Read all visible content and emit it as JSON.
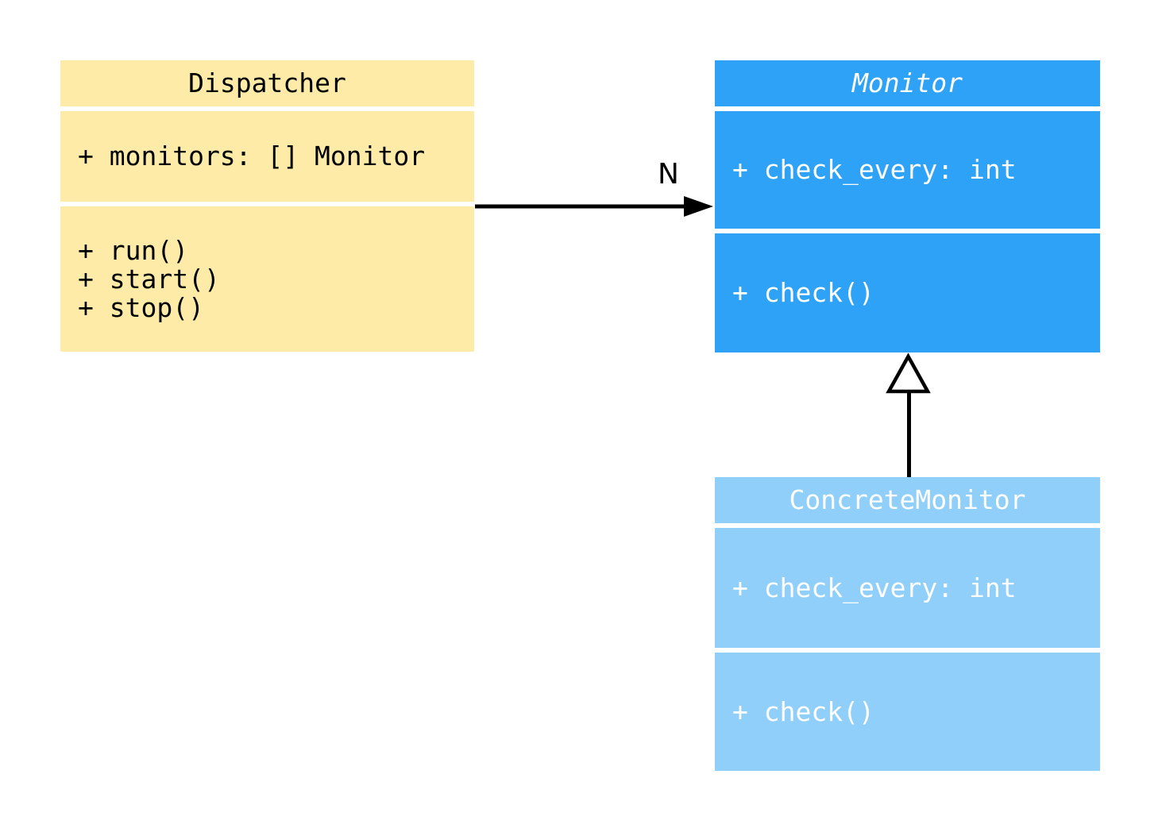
{
  "diagram": {
    "type": "uml-class-diagram",
    "background": "#ffffff",
    "classes": [
      {
        "name": "Dispatcher",
        "name_style": "normal",
        "fill": "#ffeba8",
        "text_color": "#000000",
        "attributes": [
          "+ monitors: [] Monitor"
        ],
        "methods": [
          "+ run()",
          "+ start()",
          "+ stop()"
        ]
      },
      {
        "name": "Monitor",
        "name_style": "italic",
        "fill": "#2ea2f7",
        "text_color": "#ffffff",
        "attributes": [
          "+ check_every: int"
        ],
        "methods": [
          "+ check()"
        ]
      },
      {
        "name": "ConcreteMonitor",
        "name_style": "normal",
        "fill": "#90cffa",
        "text_color": "#ffffff",
        "attributes": [
          "+ check_every: int"
        ],
        "methods": [
          "+ check()"
        ]
      }
    ],
    "relations": [
      {
        "type": "association",
        "from": "Dispatcher",
        "to": "Monitor",
        "label": "N",
        "color": "#000000"
      },
      {
        "type": "inheritance",
        "from": "ConcreteMonitor",
        "to": "Monitor",
        "label": "",
        "color": "#000000"
      }
    ]
  }
}
